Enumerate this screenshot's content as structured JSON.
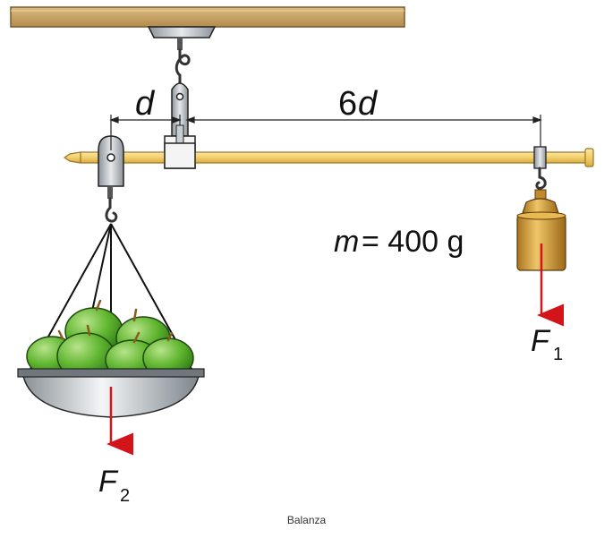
{
  "labels": {
    "short_arm": "d",
    "long_arm_coef": "6",
    "long_arm_var": "d",
    "mass_var": "m",
    "mass_value": "= 400 g",
    "force1_letter": "F",
    "force1_index": "1",
    "force2_letter": "F",
    "force2_index": "2"
  },
  "caption": "Balanza",
  "colors": {
    "ceiling": "#c9a46a",
    "beam": "#f3d27a",
    "arrow": "#d4141b",
    "apple": "#6cbf3a",
    "weight": "#d7a23d",
    "pan": "#c7ccd0"
  }
}
